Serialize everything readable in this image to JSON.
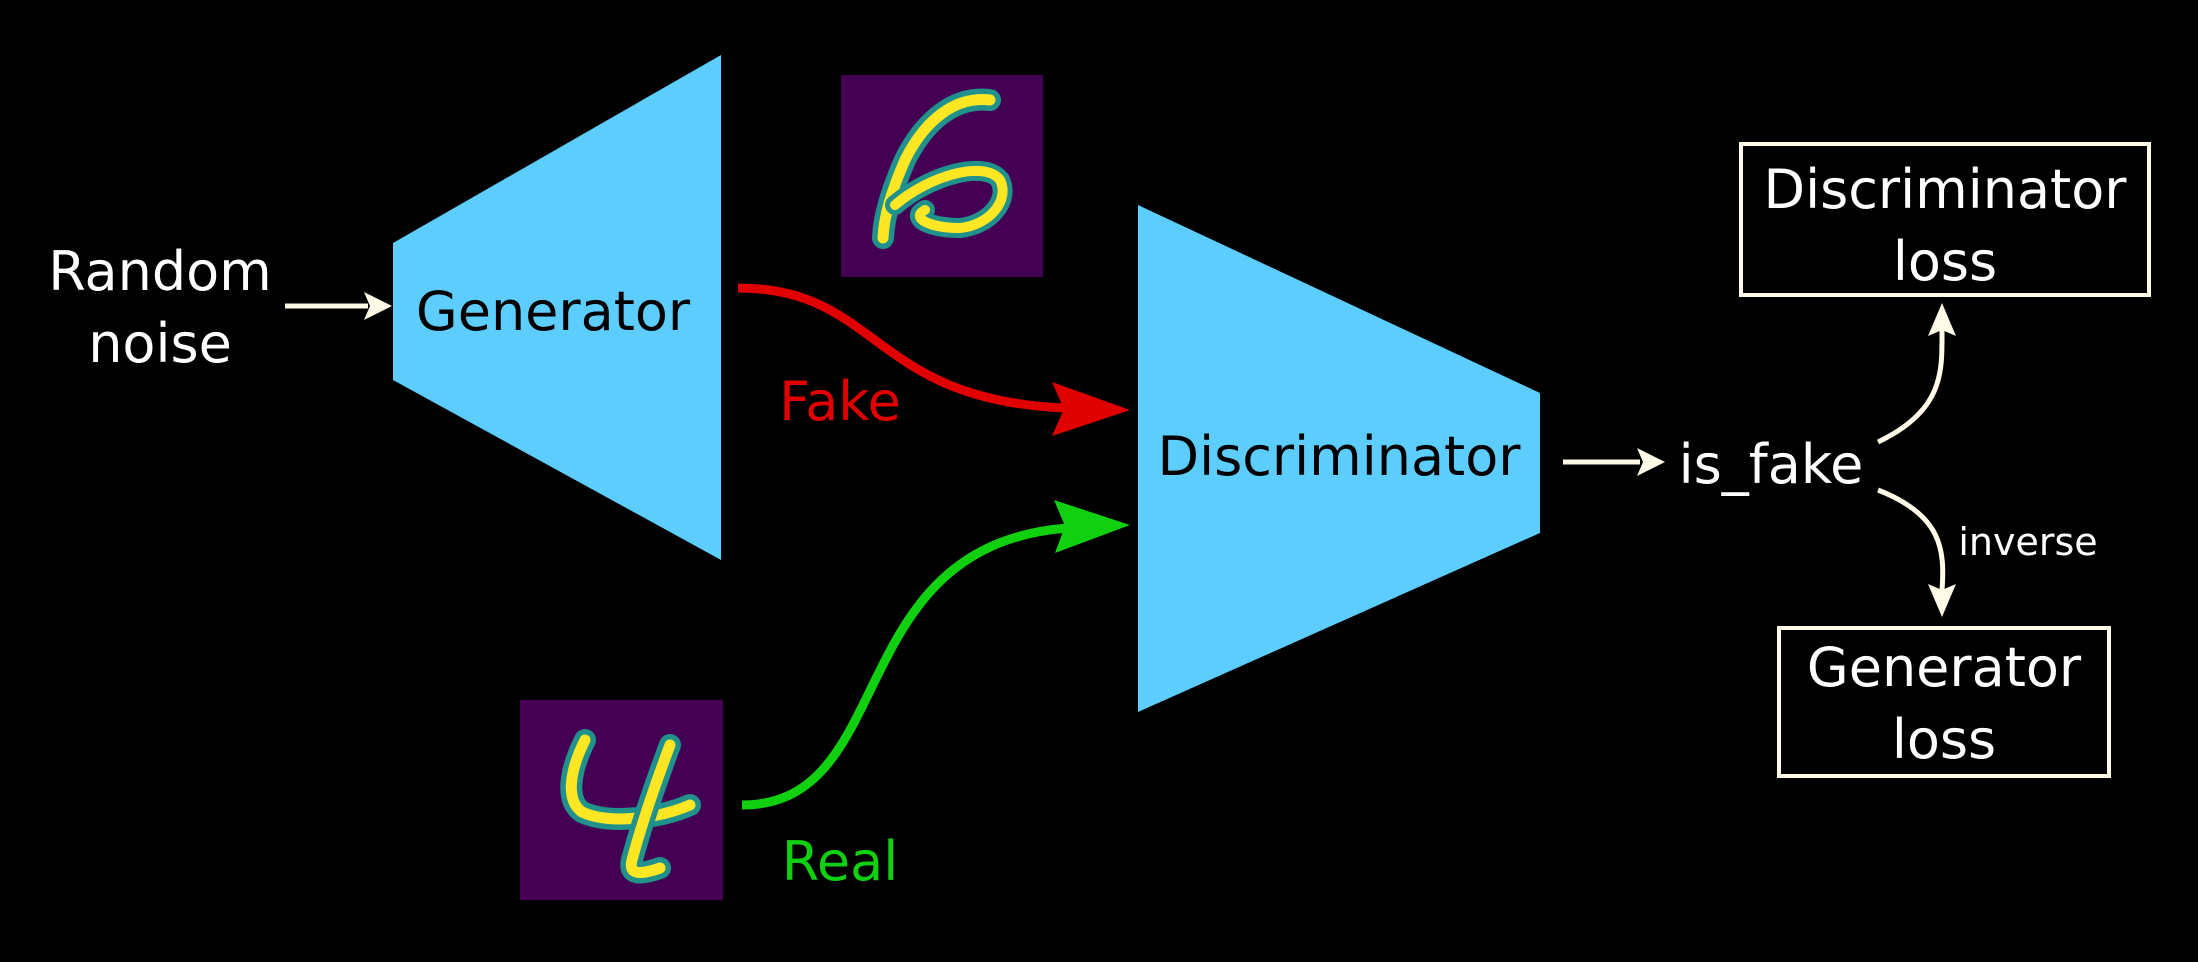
{
  "input": {
    "line1": "Random",
    "line2": "noise"
  },
  "generator": {
    "label": "Generator"
  },
  "discriminator": {
    "label": "Discriminator"
  },
  "fake_path": {
    "label": "Fake"
  },
  "real_path": {
    "label": "Real"
  },
  "output": {
    "label": "is_fake"
  },
  "discriminator_loss": {
    "line1": "Discriminator",
    "line2": "loss"
  },
  "generator_loss": {
    "line1": "Generator",
    "line2": "loss",
    "edge_label": "inverse"
  },
  "colors": {
    "background": "#000000",
    "network": "#5ccdfc",
    "fake": "#e00000",
    "real": "#10d010",
    "arrow": "#fffbe8",
    "text": "#ffffff",
    "digit_background": "#440154",
    "digit_stroke": "#fde725",
    "digit_edge": "#21918c"
  },
  "images": {
    "fake_sample": "generated digit 6",
    "real_sample": "handwritten digit 4"
  }
}
